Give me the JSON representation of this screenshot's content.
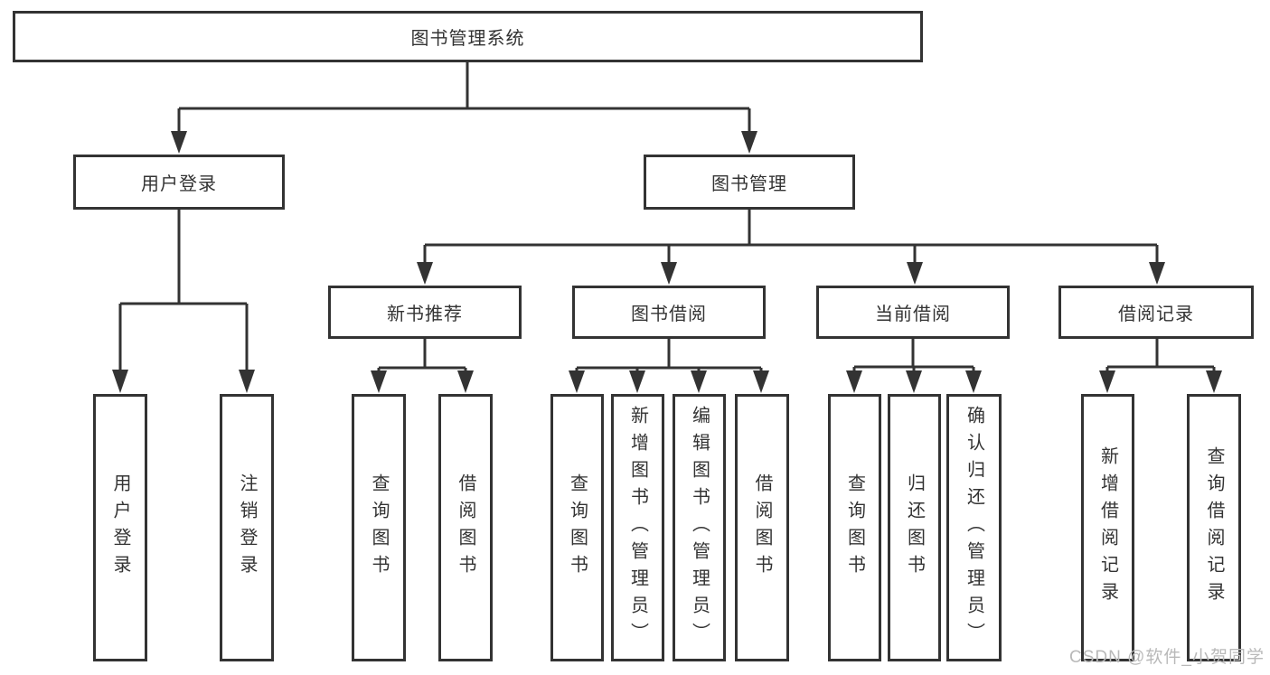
{
  "diagram": {
    "root": {
      "label": "图书管理系统"
    },
    "branches": [
      {
        "label": "用户登录",
        "children": [
          {
            "label": "用户登录"
          },
          {
            "label": "注销登录"
          }
        ]
      },
      {
        "label": "图书管理",
        "children": [
          {
            "label": "新书推荐",
            "children": [
              {
                "label": "查询图书"
              },
              {
                "label": "借阅图书"
              }
            ]
          },
          {
            "label": "图书借阅",
            "children": [
              {
                "label": "查询图书"
              },
              {
                "label": "新增图书（管理员）"
              },
              {
                "label": "编辑图书（管理员）"
              },
              {
                "label": "借阅图书"
              }
            ]
          },
          {
            "label": "当前借阅",
            "children": [
              {
                "label": "查询图书"
              },
              {
                "label": "归还图书"
              },
              {
                "label": "确认归还（管理员）"
              }
            ]
          },
          {
            "label": "借阅记录",
            "children": [
              {
                "label": "新增借阅记录"
              },
              {
                "label": "查询借阅记录"
              }
            ]
          }
        ]
      }
    ],
    "watermark": "CSDN @软件_小贺同学",
    "colors": {
      "line": "#333333",
      "box_border": "#333333",
      "box_fill": "#ffffff",
      "text": "#333333",
      "watermark": "#b9b9b9",
      "background": "#ffffff"
    }
  }
}
